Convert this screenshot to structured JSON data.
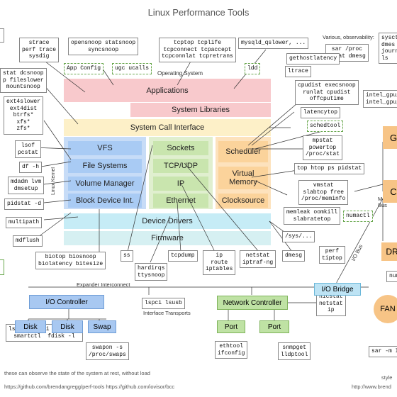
{
  "title": "Linux Performance Tools",
  "os_label": "Operating System",
  "kernel_label": "Linux Kernel",
  "layers": {
    "applications": "Applications",
    "system_libraries": "System Libraries",
    "system_call_interface": "System Call Interface",
    "vfs": "VFS",
    "file_systems": "File Systems",
    "volume_manager": "Volume Manager",
    "block_device_int": "Block Device Int.",
    "sockets": "Sockets",
    "tcp_udp": "TCP/UDP",
    "ip": "IP",
    "ethernet": "Ethernet",
    "scheduler": "Scheduler",
    "virtual_memory": "Virtual\nMemory",
    "clocksource": "Clocksource",
    "device_drivers": "Device Drivers",
    "firmware": "Firmware"
  },
  "hardware": {
    "expander_interconnect": "Expander Interconnect",
    "io_controller": "I/O Controller",
    "disk1": "Disk",
    "disk2": "Disk",
    "swap": "Swap",
    "network_controller": "Network Controller",
    "port1": "Port",
    "port2": "Port",
    "io_bridge": "I/O Bridge",
    "interface_transports": "Interface Transports",
    "io_bus": "I/O Bus",
    "memory_bus": "Memory\nBus",
    "fan": "FAN",
    "g_partial": "G",
    "c_partial": "C",
    "dr_partial": "DR"
  },
  "tools": {
    "strace": "strace\nperf trace\nsysdig",
    "opensnoop": "opensnoop statsnoop\nsyncsnoop",
    "tcptop": "tcptop tcplife\ntcpconnect tcpaccept\ntcpconnlat tcpretrans",
    "mysqld": "mysqld_qslower, ...",
    "sar_proc": "sar /proc\ndstat dmesg",
    "observability": "Various, observability:",
    "stat_dcsnoop": "stat dcsnoop\np fileslower\nmountsnoop",
    "app_config": "App Config",
    "ugc": "ugc ucalls",
    "ldd": "ldd",
    "gethost": "gethostlatency",
    "ltrace": "ltrace",
    "ext4slower": "ext4slower\next4dist\nbtrfs*\nxfs*\nzfs*",
    "cpudist": "cpudist execsnoop\nrunlat cpudist\noffcputime",
    "latencytop": "latencytop",
    "schedtool": "schedtool",
    "lsof": "lsof\npcstat",
    "mpstat": "mpstat\npowertop\n/proc/stat",
    "df": "df -h",
    "top": "top htop ps pidstat",
    "mdadm": "mdadm lvm\ndmsetup",
    "vmstat": "vmstat\nslabtop free\n/proc/meminfo",
    "pidstat": "pidstat -d",
    "numactl": "numactl",
    "memleak": "memleak oomkill\nslabratetop",
    "multipath": "multipath",
    "sys": "/sys/...",
    "mdflush": "mdflush",
    "dmesg": "dmesg",
    "perf_tiptop": "perf\ntiptop",
    "biotop": "biotop biosnoop\nbiolatency bitesize",
    "ss": "ss",
    "hardirqs": "hardirqs\nttysnoop",
    "tcpdump": "tcpdump",
    "ip_route": "ip\nroute\niptables",
    "netstat_iptraf": "netstat\niptraf-ng",
    "lspci": "lspci lsusb",
    "nicstat": "nicstat\nnetstat\nip",
    "lsblk": "lsblk lsscsi blockdev\nsmartctl  fdisk -l",
    "swapon": "swapon -s\n/proc/swaps",
    "ethtool": "ethtool\nifconfig",
    "snmpget": "snmpget\nlldptool",
    "sysctl_partial": "sysct\ndmes\njourn\nls",
    "intel_gpu": "intel_gpu_\nintel_gpu_",
    "numa_partial": "num",
    "sar_m": "sar -m I"
  },
  "footer": {
    "observe_note": "these can observe the state of the system at rest, without load",
    "links": "https://github.com/brendangregg/perf-tools   https://github.com/iovisor/bcc",
    "right_partial": "http://www.brend",
    "style_partial": "style"
  }
}
